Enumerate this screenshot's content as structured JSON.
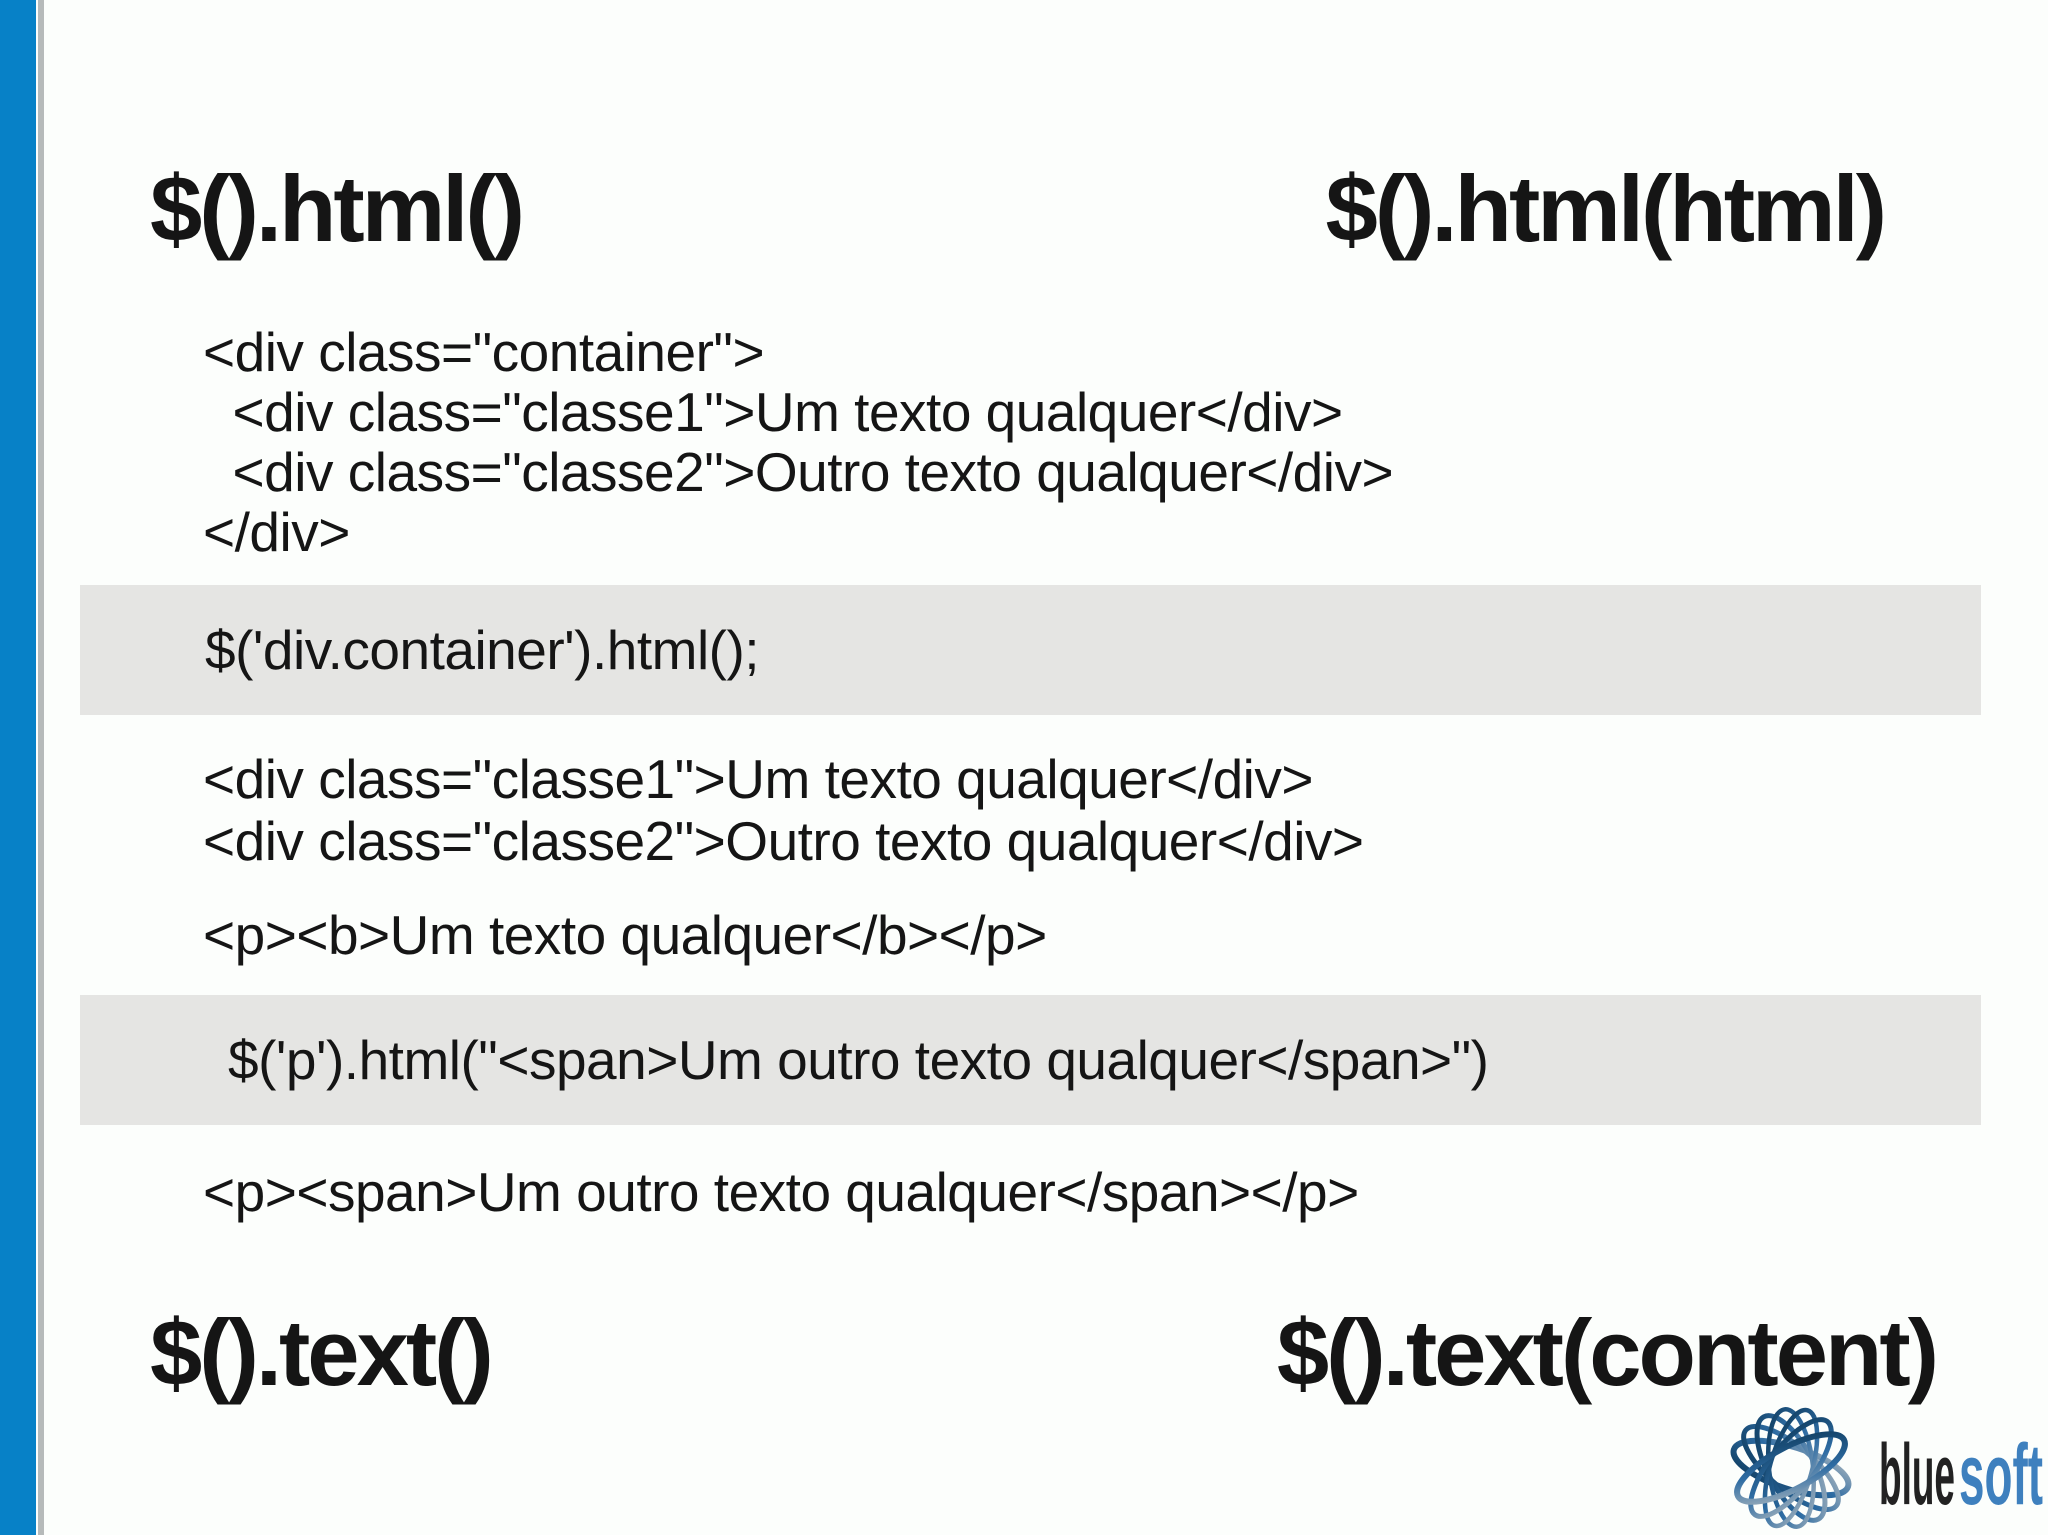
{
  "page": {
    "accent_bar_color": "#0781c7",
    "accent_edge_color": "#b6baba",
    "background_color": "#fcfefc",
    "highlight_color": "#e5e5e3",
    "code_text_color": "#151515"
  },
  "titles": {
    "html_getter": "$().html()",
    "html_setter": "$().html(html)",
    "text_getter": "$().text()",
    "text_setter": "$().text(content)"
  },
  "code": {
    "container_markup": [
      "<div class=\"container\">",
      "  <div class=\"classe1\">Um texto qualquer</div>",
      "  <div class=\"classe2\">Outro texto qualquer</div>",
      "</div>"
    ],
    "jquery_get": "$('div.container').html();",
    "result_markup": [
      "<div class=\"classe1\">Um texto qualquer</div>",
      "<div class=\"classe2\">Outro texto qualquer</div>"
    ],
    "paragraph_markup": "<p><b>Um texto qualquer</b></p>",
    "jquery_set": "$('p').html(\"<span>Um outro texto qualquer</span>\")",
    "paragraph_result_markup": "<p><span>Um outro texto qualquer</span></p>"
  },
  "logo": {
    "word_dark": "blue",
    "word_blue": "soft",
    "word_dark_color": "#222222",
    "word_blue_color": "#3e80be",
    "swirl_dark": "#0d3a5c",
    "swirl_mid": "#2e6ca3",
    "swirl_light": "#aab6be"
  }
}
